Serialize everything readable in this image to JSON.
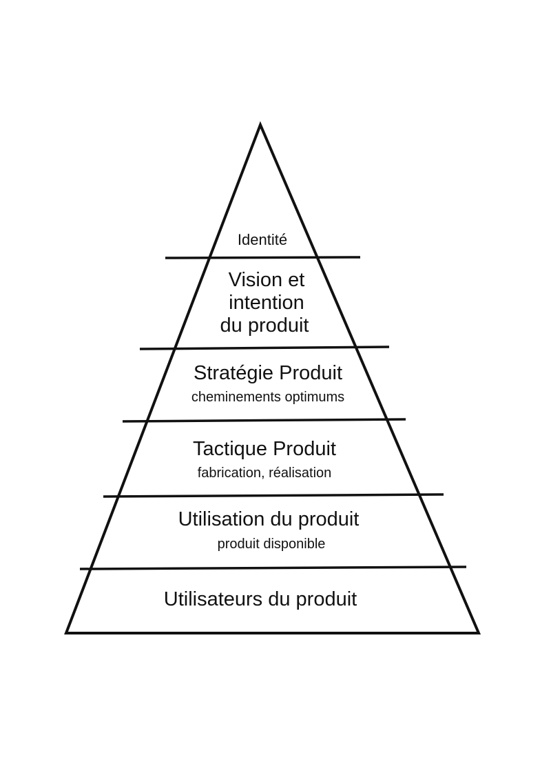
{
  "diagram": {
    "type": "pyramid",
    "line_color": "#111111",
    "background": "#ffffff",
    "levels": [
      {
        "id": "identite",
        "title_lines": [
          "Identité"
        ],
        "subtitle": ""
      },
      {
        "id": "vision",
        "title_lines": [
          "Vision et",
          "intention",
          "du produit"
        ],
        "subtitle": ""
      },
      {
        "id": "strategie",
        "title_lines": [
          "Stratégie Produit"
        ],
        "subtitle": "cheminements optimums"
      },
      {
        "id": "tactique",
        "title_lines": [
          "Tactique Produit"
        ],
        "subtitle": "fabrication, réalisation"
      },
      {
        "id": "utilisation",
        "title_lines": [
          "Utilisation du produit"
        ],
        "subtitle": "produit disponible"
      },
      {
        "id": "utilisateurs",
        "title_lines": [
          "Utilisateurs du produit"
        ],
        "subtitle": ""
      }
    ]
  }
}
